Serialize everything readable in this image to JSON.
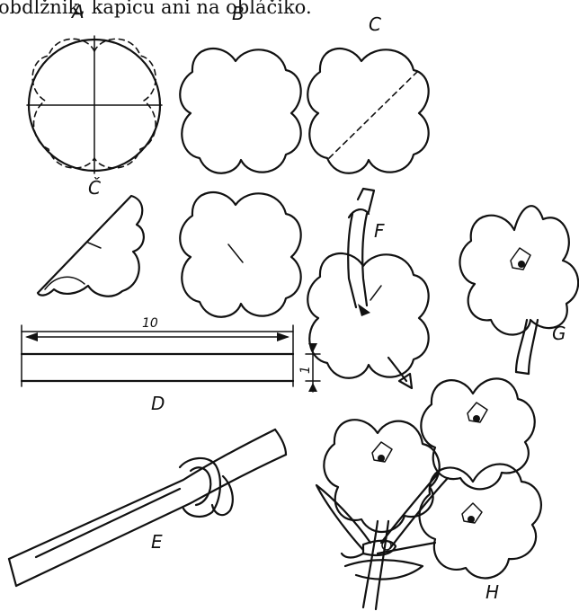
{
  "caption": "obdĺžnik, kapicu ani na obláčiko.",
  "labels": {
    "A": "A",
    "B": "B",
    "C": "C",
    "C_caron": "Č",
    "D": "D",
    "E": "E",
    "F": "F",
    "G": "G",
    "H": "H"
  },
  "dimensions": {
    "length": "10",
    "width": "1"
  }
}
